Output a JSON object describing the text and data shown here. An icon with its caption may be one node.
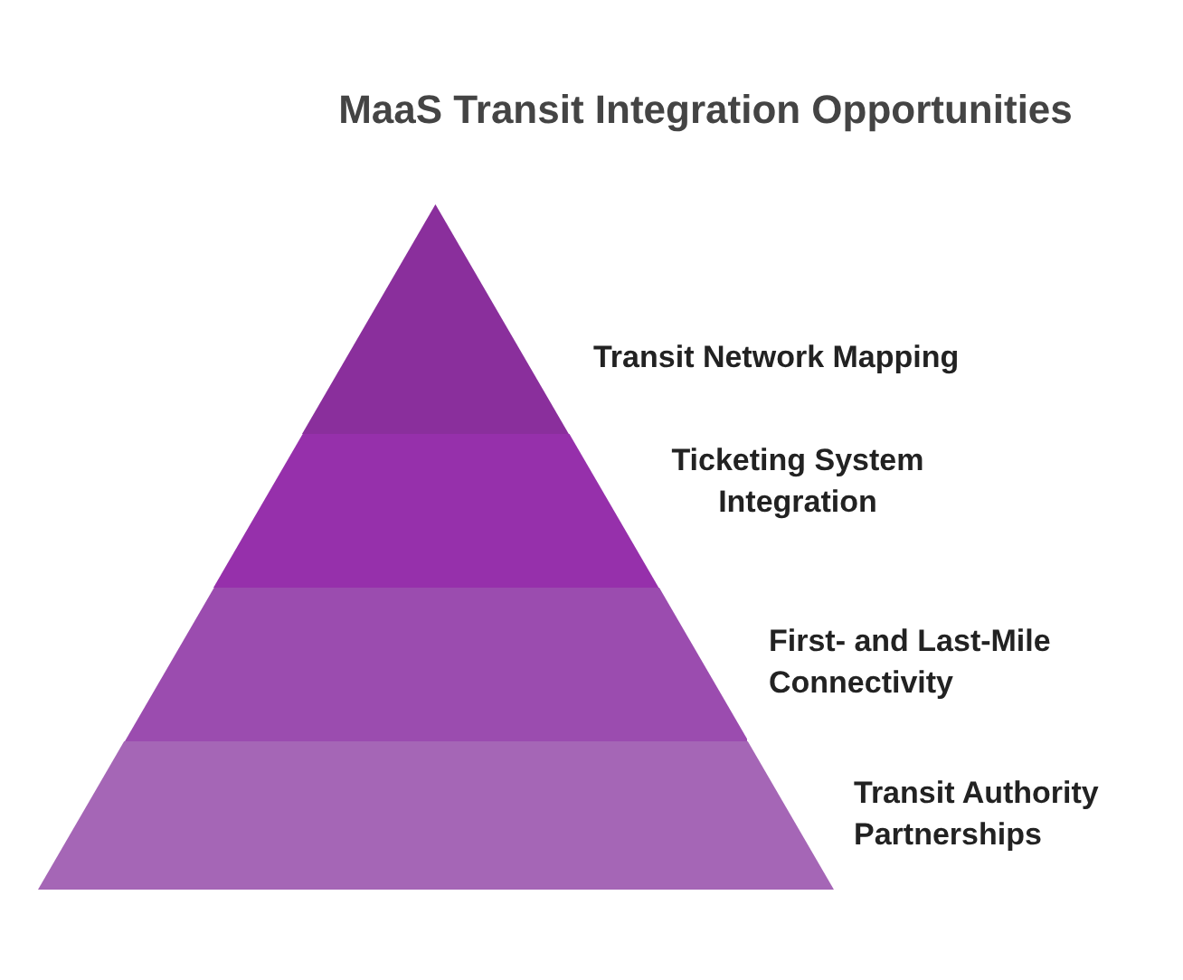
{
  "diagram": {
    "title": "MaaS Transit Integration Opportunities",
    "nodes": [
      {
        "text": [
          "Transit Network Mapping"
        ]
      },
      {
        "text": [
          "Ticketing System Integration"
        ]
      },
      {
        "text": [
          "First- and Last-Mile Connectivity"
        ]
      },
      {
        "text": [
          "Transit Authority Partnerships"
        ]
      }
    ]
  }
}
